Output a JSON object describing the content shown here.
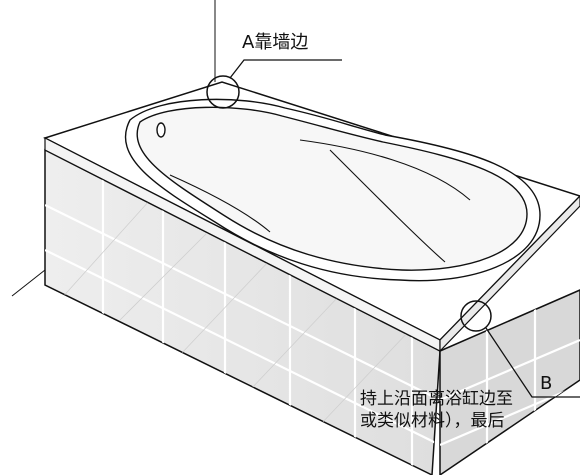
{
  "callouts": {
    "a": "A靠墙边",
    "b": "B"
  },
  "caption": {
    "line1": "持上沿面离浴缸边至",
    "line2": "或类似材料），最后"
  },
  "colors": {
    "line": "#111111",
    "background": "#ffffff",
    "tile": "#e6e6e6",
    "tile_dark": "#d4d4d4",
    "tile_grout": "#ffffff"
  }
}
